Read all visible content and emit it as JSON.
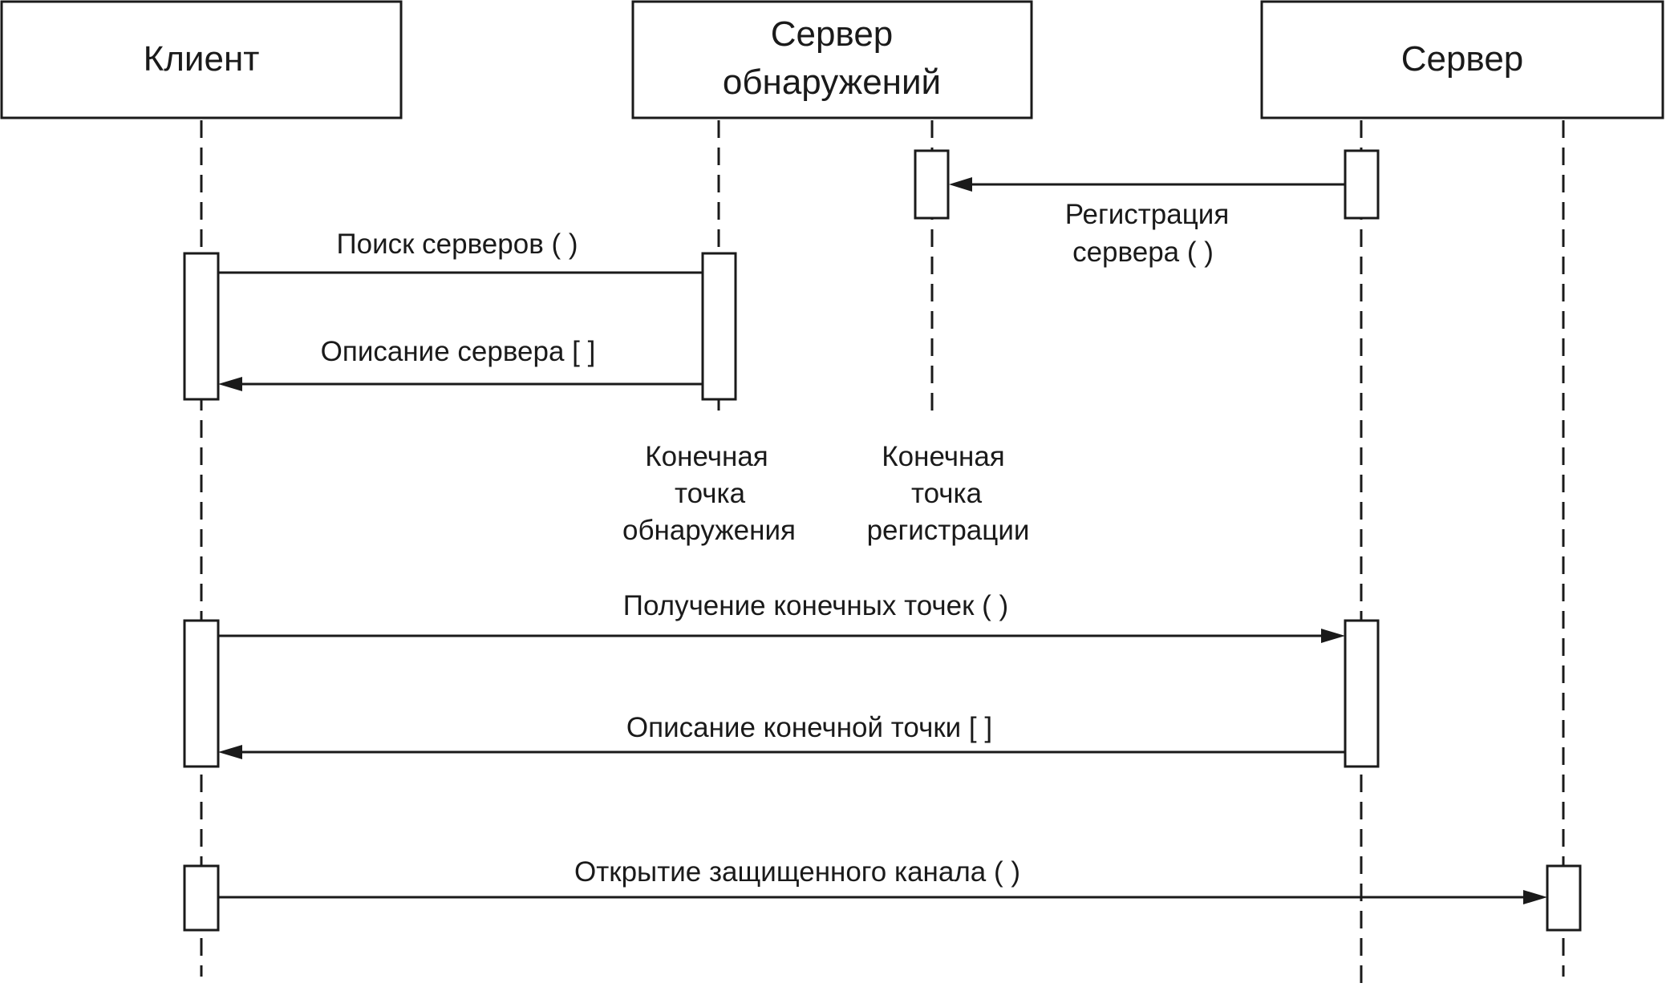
{
  "actors": {
    "client": {
      "label": "Клиент"
    },
    "discovery_server": {
      "line1": "Сервер",
      "line2": "обнаружений"
    },
    "server": {
      "label": "Сервер"
    }
  },
  "messages": {
    "register_server": {
      "line1": "Регистрация",
      "line2": "сервера ( )"
    },
    "find_servers": {
      "label": "Поиск серверов ( )"
    },
    "server_description": {
      "label": "Описание сервера [ ]"
    },
    "get_endpoints": {
      "label": "Получение конечных точек ( )"
    },
    "endpoint_description": {
      "label": "Описание конечной точки  [ ]"
    },
    "open_secure_channel": {
      "label": "Открытие защищенного канала ( )"
    }
  },
  "notes": {
    "discovery_endpoint": {
      "line1": "Конечная",
      "line2": "точка",
      "line3": "обнаружения"
    },
    "registration_endpoint": {
      "line1": "Конечная",
      "line2": "точка",
      "line3": "регистрации"
    }
  },
  "colors": {
    "ink": "#1a1a1a",
    "background": "#ffffff"
  }
}
